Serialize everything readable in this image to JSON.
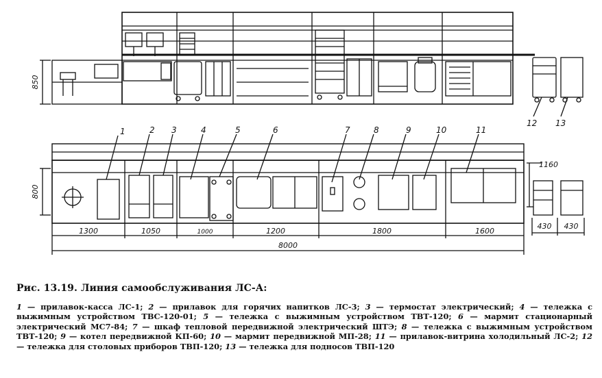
{
  "figure": {
    "title": "Рис. 13.19. Линия самообслуживания ЛС-А:",
    "callouts": [
      "1",
      "2",
      "3",
      "4",
      "5",
      "6",
      "7",
      "8",
      "9",
      "10",
      "11",
      "12",
      "13"
    ],
    "dimensions": {
      "elevation_height": "850",
      "plan_depth": "800",
      "cart_depth": "1160",
      "sections": [
        "1300",
        "1050",
        "1000",
        "1200",
        "1800",
        "1600"
      ],
      "carts": [
        "430",
        "430"
      ],
      "total": "8000"
    },
    "legend": [
      {
        "num": "1",
        "text": "прилавок-касса ЛС-1"
      },
      {
        "num": "2",
        "text": "прилавок для горячих напитков ЛС-3"
      },
      {
        "num": "3",
        "text": "термостат электрический"
      },
      {
        "num": "4",
        "text": "тележка с выжимным устройством ТВС-120-01"
      },
      {
        "num": "5",
        "text": "тележка с выжимным устройством ТВТ-120"
      },
      {
        "num": "6",
        "text": "мармит стационарный электрический МС7-84"
      },
      {
        "num": "7",
        "text": "шкаф тепловой передвижной электрический ШТЭ"
      },
      {
        "num": "8",
        "text": "тележка с выжимным устройством ТВТ-120"
      },
      {
        "num": "9",
        "text": "котел передвижной КП-60"
      },
      {
        "num": "10",
        "text": "мармит передвижной МП-28"
      },
      {
        "num": "11",
        "text": "прилавок-витрина холодильный ЛС-2"
      },
      {
        "num": "12",
        "text": "тележка для столовых приборов ТВП-120"
      },
      {
        "num": "13",
        "text": "тележка для подносов ТВП-120"
      }
    ]
  }
}
